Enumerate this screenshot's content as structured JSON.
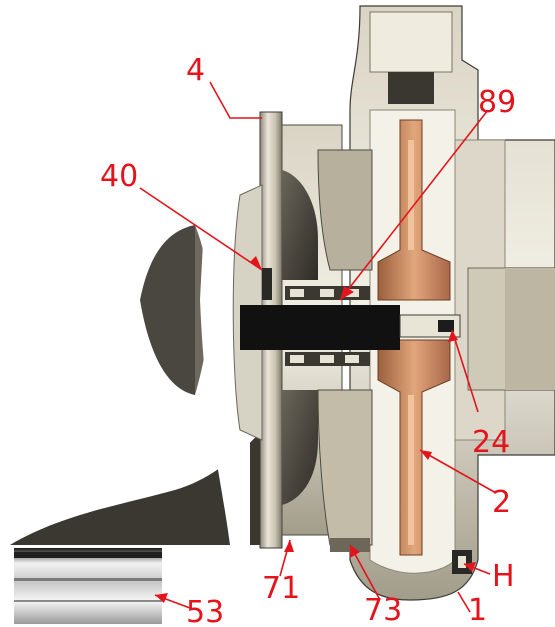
{
  "diagram": {
    "callouts": [
      {
        "id": "4",
        "label": "4"
      },
      {
        "id": "89",
        "label": "89"
      },
      {
        "id": "40",
        "label": "40"
      },
      {
        "id": "24",
        "label": "24"
      },
      {
        "id": "2",
        "label": "2"
      },
      {
        "id": "H",
        "label": "H"
      },
      {
        "id": "71",
        "label": "71"
      },
      {
        "id": "73",
        "label": "73"
      },
      {
        "id": "1",
        "label": "1"
      },
      {
        "id": "53",
        "label": "53"
      }
    ],
    "colors": {
      "callout": "#e3141b",
      "metal_light": "#e8e4d6",
      "metal_mid": "#b9b3a0",
      "metal_dark": "#5a564c",
      "impeller_copper": "#c98b62",
      "shaft": "#111111",
      "background": "#ffffff"
    }
  }
}
